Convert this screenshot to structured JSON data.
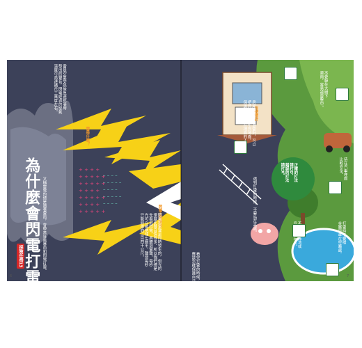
{
  "left_page": {
    "badge": "探險任務13",
    "title": "為什麼會閃電打雷？",
    "intro": "又稱雷電的總是隨著雷雨，會帶來狂風暴雨和閃電打雷。",
    "note1_heading": "雷是什麼？",
    "note1_body": "雷是空氣受熱後急速膨脹時\n發出的聲音，閃電經過的空氣\n溫度可高達攝氏三萬度左右。",
    "note2_heading": "閃電比雷聲快",
    "note2_body": "閃電和雷聲是同時發生的，但光的\n速度比聲音快得多，所以我們總是\n先看到閃電，再聽到雷聲。每秒\n光可以繞地球七圈半，聲音每秒\n只能前進約三百四十公尺。",
    "page_number": "6"
  },
  "right_page": {
    "house_heading": "有避雷針",
    "house_body": "房屋頂端裝上避雷針，可以\n把閃電的電流引到地面，\n保護房屋和住在裡面的人。",
    "caption_ladder": "遇到打雷的時候，不要站在高處。",
    "caption_pool": "不要在游泳池或\n戶外水邊玩水。",
    "caption_tree": "不要躲在大樹下\n避雨，容易被雷擊中。",
    "caption_umbrella": "打雷時不要撐\n金屬雨傘在空曠處。",
    "caption_car": "待在汽車裡面\n比較安全。",
    "bubble": "正確的打法\n請打O，\n錯誤的打法\n請打X。",
    "caption_corner": "看完打雷的時候，\n應該怎樣保護自己？",
    "page_number": "7"
  },
  "colors": {
    "page_bg": "#3c4159",
    "lightning": "#f7d117",
    "hill": "#5b9a3e",
    "pool": "#3aa9dc",
    "accent": "#f39a2b",
    "plus": "#e0457b",
    "minus": "#6ed3c0"
  }
}
